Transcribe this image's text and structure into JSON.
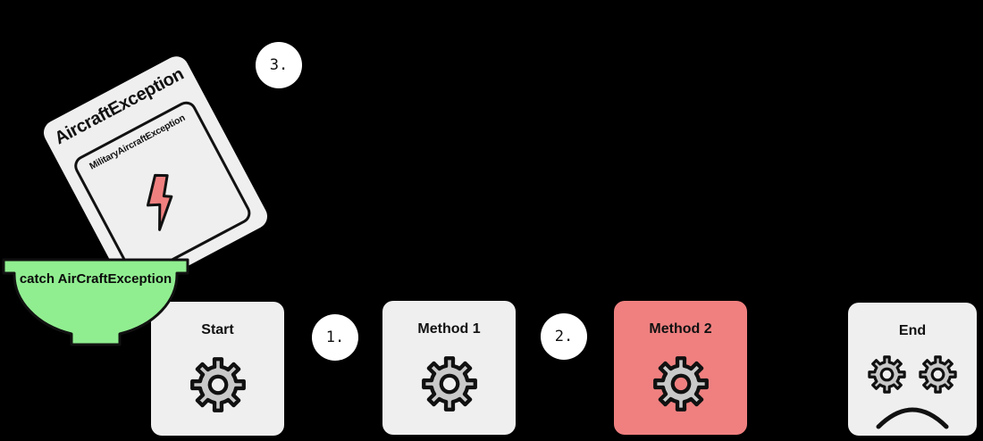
{
  "colors": {
    "background": "#000000",
    "card_fill": "#efefef",
    "box_fill": "#efefef",
    "error_fill": "#f08080",
    "gear_fill": "#c9c9c9",
    "bowl_fill": "#90ee90",
    "bolt_fill": "#f08080",
    "marker_fill": "#ffffff",
    "outline": "#111111"
  },
  "exception_card": {
    "title": "AircraftException",
    "inner_title": "MilitaryAircraftException",
    "icon": "lightning-bolt-icon"
  },
  "catch_bowl": {
    "label": "catch AirCraftException"
  },
  "steps": [
    {
      "label": "Start",
      "icon": "gear-icon",
      "state": "normal"
    },
    {
      "label": "Method 1",
      "icon": "gear-icon",
      "state": "normal"
    },
    {
      "label": "Method 2",
      "icon": "gear-icon",
      "state": "error"
    },
    {
      "label": "End",
      "icon": "sad-gear-face-icon",
      "state": "normal"
    }
  ],
  "markers": [
    {
      "label": "1."
    },
    {
      "label": "2."
    },
    {
      "label": "3."
    }
  ]
}
